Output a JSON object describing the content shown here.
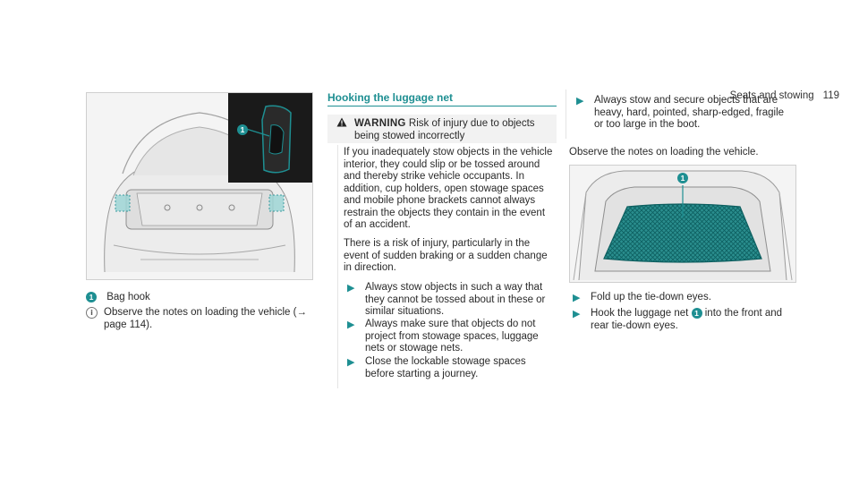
{
  "header": {
    "section": "Seats and stowing",
    "page": "119"
  },
  "left": {
    "callout_number": "1",
    "captions": [
      {
        "number": "1",
        "text": "Bag hook"
      },
      {
        "icon": "info-icon",
        "text": "Observe the notes on loading the vehicle (→ page 114)."
      }
    ]
  },
  "middle": {
    "title": "Hooking the luggage net",
    "warning": {
      "label": "WARNING",
      "title_rest": "Risk of injury due to objects being stowed incorrectly",
      "para1": "If you inadequately stow objects in the vehicle interior, they could slip or be tossed around and thereby strike vehicle occupants. In addition, cup holders, open stowage spaces and mobile phone brackets cannot always restrain the objects they contain in the event of an accident.",
      "para2": "There is a risk of injury, particularly in the event of sudden braking or a sudden change in direction.",
      "steps": [
        "Always stow objects in such a way that they cannot be tossed about in these or similar situations.",
        "Always make sure that objects do not project from stowage spaces, luggage nets or stowage nets.",
        "Close the lockable stowage spaces before starting a journey."
      ]
    }
  },
  "right": {
    "warning_step": "Always stow and secure objects that are heavy, hard, pointed, sharp-edged, fragile or too large in the boot.",
    "observe_text": "Observe the notes on loading the vehicle.",
    "callout_number": "1",
    "steps": [
      {
        "text": "Fold up the tie-down eyes."
      },
      {
        "before": "Hook the luggage net",
        "number": "1",
        "after": "into the front and rear tie-down eyes."
      }
    ]
  }
}
